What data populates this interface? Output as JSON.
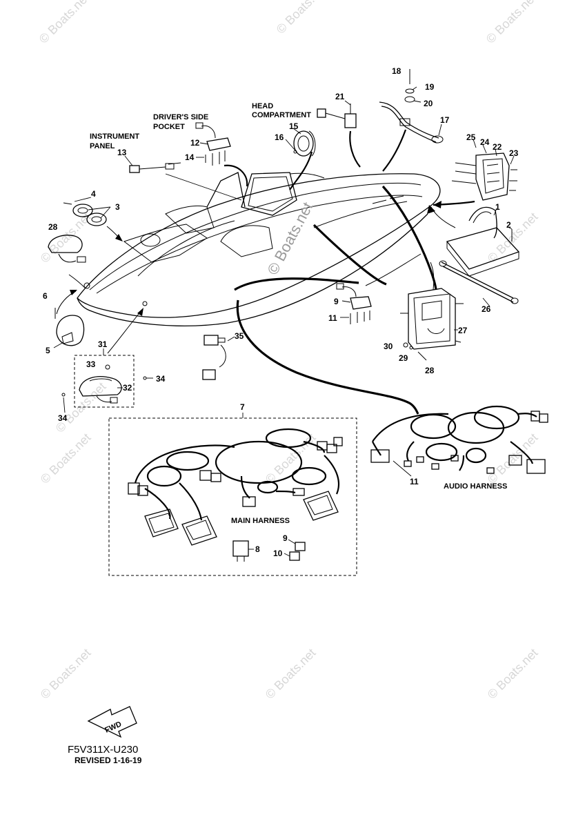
{
  "watermark": {
    "text": "© Boats.net",
    "center_text": "© Boats.net"
  },
  "labels": {
    "instrument_panel": [
      "INSTRUMENT",
      "PANEL"
    ],
    "drivers_side_pocket": [
      "DRIVER'S SIDE",
      "POCKET"
    ],
    "head_compartment": [
      "HEAD",
      "COMPARTMENT"
    ],
    "main_harness": "MAIN HARNESS",
    "audio_harness": "AUDIO HARNESS",
    "fwd": "FWD"
  },
  "callouts": {
    "c1": "1",
    "c2": "2",
    "c3": "3",
    "c4": "4",
    "c5": "5",
    "c6": "6",
    "c7": "7",
    "c8": "8",
    "c9a": "9",
    "c9b": "9",
    "c10": "10",
    "c11a": "11",
    "c11b": "11",
    "c12": "12",
    "c13": "13",
    "c14": "14",
    "c15": "15",
    "c16": "16",
    "c17": "17",
    "c18": "18",
    "c19": "19",
    "c20": "20",
    "c21": "21",
    "c22": "22",
    "c23": "23",
    "c24": "24",
    "c25": "25",
    "c26": "26",
    "c27": "27",
    "c28a": "28",
    "c28b": "28",
    "c29": "29",
    "c30": "30",
    "c31": "31",
    "c32": "32",
    "c33": "33",
    "c34a": "34",
    "c34b": "34",
    "c35": "35"
  },
  "footer": {
    "code": "F5V311X-U230",
    "revised": "REVISED 1-16-19"
  }
}
